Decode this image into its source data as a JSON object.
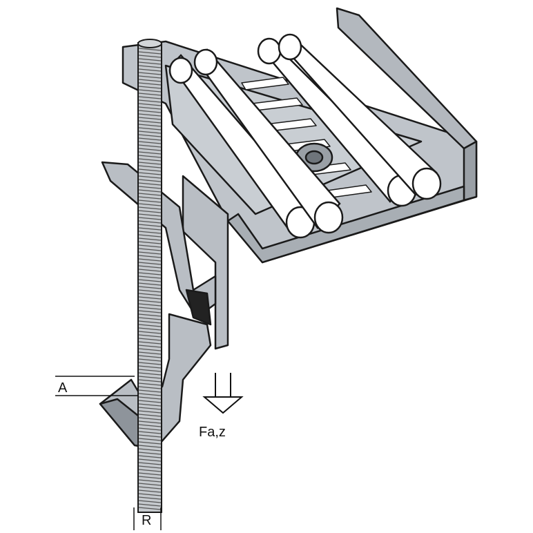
{
  "labels": {
    "dimension_a": "A",
    "force": "Fa,z",
    "rod": "R"
  },
  "colors": {
    "metal": "#b9bec4",
    "metal_dark": "#8e949b",
    "outline": "#1a1a1a",
    "cable": "#ffffff"
  }
}
